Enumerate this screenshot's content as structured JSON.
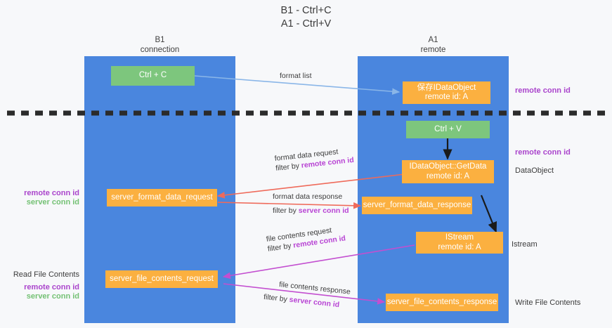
{
  "title": {
    "line1": "B1 - Ctrl+C",
    "line2": "A1 - Ctrl+V"
  },
  "colors": {
    "lane": "#4a86de",
    "node_green": "#7dc67d",
    "node_orange": "#fbb040",
    "accent_remote_conn_id": "#aa44cc",
    "accent_server_conn_id_green": "#74c174",
    "accent_label_highlight": "#b844d4",
    "arrow_format_list": "#8ab6e8",
    "arrow_format_data": "#ef6a5a",
    "arrow_file_contents": "#c34fd0",
    "arrow_black": "#1a1a1a",
    "divider": "#2b2b2b",
    "background": "#f7f8fa"
  },
  "columns": [
    {
      "name": "b1",
      "line1": "B1",
      "line2": "connection"
    },
    {
      "name": "a1",
      "line1": "A1",
      "line2": "remote"
    }
  ],
  "nodes": {
    "ctrl_c": {
      "label": "Ctrl + C",
      "sublabel": ""
    },
    "save_idataobject": {
      "label": "保存IDataObject",
      "sublabel": "remote id: A"
    },
    "ctrl_v": {
      "label": "Ctrl + V",
      "sublabel": ""
    },
    "idataobject_getdata": {
      "label": "IDataObject::GetData",
      "sublabel": "remote id: A"
    },
    "server_format_data_request": {
      "label": "server_format_data_request",
      "sublabel": ""
    },
    "server_format_data_response": {
      "label": "server_format_data_response",
      "sublabel": ""
    },
    "istream": {
      "label": "IStream",
      "sublabel": "remote id: A"
    },
    "server_file_contents_request": {
      "label": "server_file_contents_request",
      "sublabel": ""
    },
    "server_file_contents_response": {
      "label": "server_file_contents_response",
      "sublabel": ""
    }
  },
  "edge_labels": {
    "format_list": {
      "line1_plain": "format list",
      "line2_plain": "",
      "line2_hl": ""
    },
    "format_data_request": {
      "line1_plain": "format data request",
      "line2_plain": "filter by ",
      "line2_hl": "remote conn id"
    },
    "format_data_response": {
      "line1_plain": "format data response",
      "line2_plain": "filter by ",
      "line2_hl": "server conn id"
    },
    "file_contents_request": {
      "line1_plain": "file contents request",
      "line2_plain": "filter by ",
      "line2_hl": "remote conn id"
    },
    "file_contents_response": {
      "line1_plain": "file contents response",
      "line2_plain": "filter by ",
      "line2_hl": "server conn id"
    }
  },
  "side_notes": {
    "right_remote_conn_id_top": "remote conn id",
    "right_remote_conn_id_mid": "remote conn id",
    "right_dataobject": "DataObject",
    "right_istream": "Istream",
    "right_write_file_contents": "Write File Contents",
    "left_remote_conn_id_top": "remote conn id",
    "left_server_conn_id_top": "server conn id",
    "left_read_file_contents": "Read File Contents",
    "left_remote_conn_id_bottom": "remote conn id",
    "left_server_conn_id_bottom": "server conn id"
  }
}
